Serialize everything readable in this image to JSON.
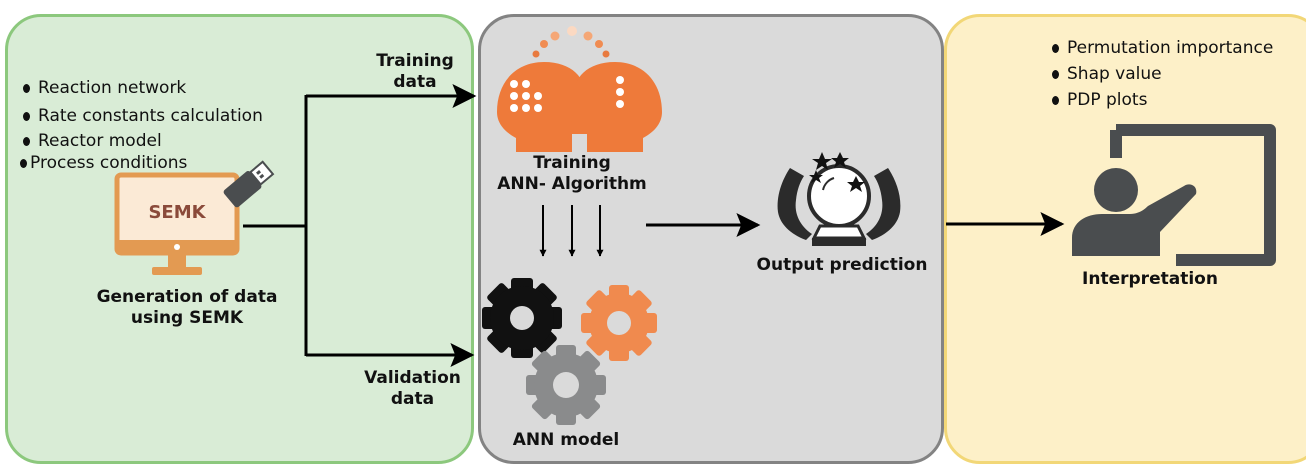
{
  "panels": {
    "data_generation": {
      "bullets": [
        "Reaction network",
        "Rate constants calculation",
        "Reactor model",
        "Process conditions"
      ],
      "monitor_text": "SEMK",
      "caption_line1": "Generation of data",
      "caption_line2": "using SEMK"
    },
    "model": {
      "training_label_line1": "Training",
      "training_label_line2": "ANN- Algorithm",
      "model_label": "ANN model",
      "prediction_label": "Output prediction"
    },
    "interpretation": {
      "bullets": [
        "Permutation importance",
        "Shap value",
        "PDP plots"
      ],
      "caption": "Interpretation"
    }
  },
  "flow": {
    "training_data_line1": "Training",
    "training_data_line2": "data",
    "validation_data_line1": "Validation",
    "validation_data_line2": "data"
  },
  "colors": {
    "green_panel": "#d9ecd6",
    "gray_panel": "#dadada",
    "yellow_panel": "#fdf0c8",
    "orange": "#ee7a3a",
    "monitor": "#e39a52",
    "semk_text": "#8a4a3a",
    "dark": "#4a4d4f"
  },
  "icons": [
    "usb-drive-icon",
    "monitor-icon",
    "heads-icon",
    "gears-icon",
    "crystal-ball-icon",
    "presenter-icon"
  ]
}
